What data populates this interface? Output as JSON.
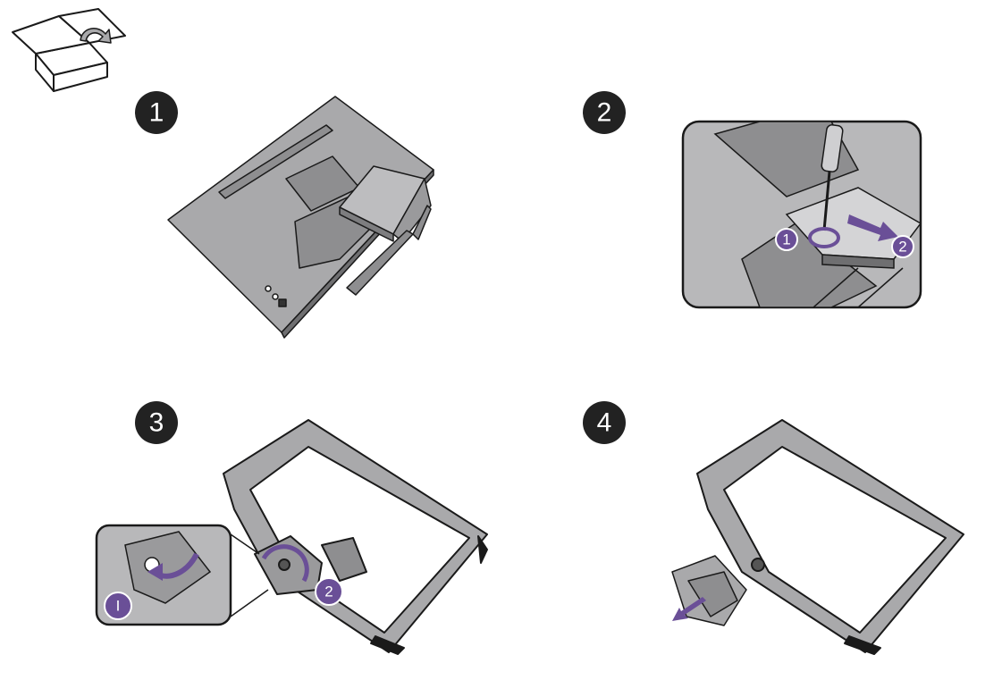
{
  "steps": [
    {
      "number": "1"
    },
    {
      "number": "2",
      "callouts": [
        "1",
        "2"
      ]
    },
    {
      "number": "3",
      "callouts": [
        "I",
        "2"
      ]
    },
    {
      "number": "4"
    }
  ],
  "icons": {
    "header": "repack-box-icon",
    "screwdriver": "screwdriver-icon",
    "arrows": "direction-arrow-icon",
    "rotation": "rotate-arrow-icon"
  },
  "colors": {
    "accent": "#6a4f97",
    "badge": "#222222",
    "panel": "#a9a9ab",
    "panel_dark": "#8e8e90",
    "outline": "#1a1a1a"
  }
}
